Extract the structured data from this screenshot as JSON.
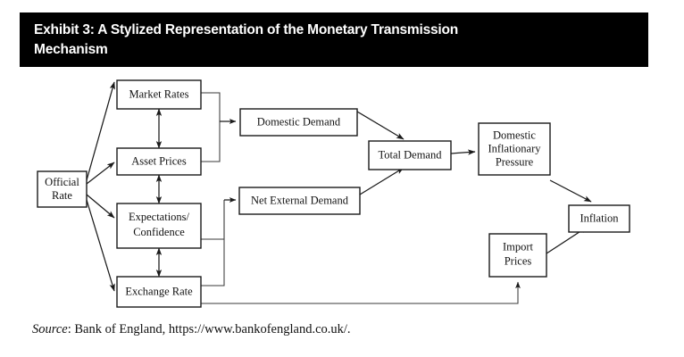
{
  "exhibit": {
    "title": "Exhibit 3: A Stylized Representation of the Monetary Transmission Mechanism",
    "title_line1": "Exhibit 3: A Stylized Representation of the Monetary Transmission",
    "title_line2": "Mechanism",
    "header_bg": "#000000",
    "header_text_color": "#ffffff"
  },
  "diagram": {
    "type": "flowchart",
    "orientation": "left-to-right",
    "nodes": [
      {
        "id": "official_rate",
        "label_line1": "Official",
        "label_line2": "Rate",
        "label": "Official Rate"
      },
      {
        "id": "market_rates",
        "label": "Market Rates"
      },
      {
        "id": "asset_prices",
        "label": "Asset Prices"
      },
      {
        "id": "expectations_confidence",
        "label_line1": "Expectations/",
        "label_line2": "Confidence",
        "label": "Expectations/Confidence"
      },
      {
        "id": "exchange_rate",
        "label": "Exchange Rate"
      },
      {
        "id": "domestic_demand",
        "label": "Domestic Demand"
      },
      {
        "id": "net_external_demand",
        "label": "Net External Demand"
      },
      {
        "id": "total_demand",
        "label": "Total Demand"
      },
      {
        "id": "domestic_inflationary_pressure",
        "label_line1": "Domestic",
        "label_line2": "Inflationary",
        "label_line3": "Pressure",
        "label": "Domestic Inflationary Pressure"
      },
      {
        "id": "import_prices",
        "label_line1": "Import",
        "label_line2": "Prices",
        "label": "Import Prices"
      },
      {
        "id": "inflation",
        "label": "Inflation"
      }
    ],
    "edges": [
      {
        "from": "official_rate",
        "to": "market_rates",
        "style": "arrow"
      },
      {
        "from": "official_rate",
        "to": "asset_prices",
        "style": "arrow"
      },
      {
        "from": "official_rate",
        "to": "expectations_confidence",
        "style": "arrow"
      },
      {
        "from": "official_rate",
        "to": "exchange_rate",
        "style": "arrow"
      },
      {
        "from": "market_rates",
        "to": "asset_prices",
        "style": "double-arrow"
      },
      {
        "from": "asset_prices",
        "to": "expectations_confidence",
        "style": "double-arrow"
      },
      {
        "from": "expectations_confidence",
        "to": "exchange_rate",
        "style": "double-arrow"
      },
      {
        "from": "market_rates",
        "to": "domestic_demand",
        "style": "arrow"
      },
      {
        "from": "asset_prices",
        "to": "domestic_demand",
        "style": "arrow"
      },
      {
        "from": "expectations_confidence",
        "to": "net_external_demand",
        "style": "arrow"
      },
      {
        "from": "exchange_rate",
        "to": "net_external_demand",
        "style": "arrow"
      },
      {
        "from": "domestic_demand",
        "to": "total_demand",
        "style": "arrow"
      },
      {
        "from": "net_external_demand",
        "to": "total_demand",
        "style": "arrow"
      },
      {
        "from": "total_demand",
        "to": "domestic_inflationary_pressure",
        "style": "arrow"
      },
      {
        "from": "domestic_inflationary_pressure",
        "to": "inflation",
        "style": "arrow"
      },
      {
        "from": "import_prices",
        "to": "inflation",
        "style": "arrow"
      },
      {
        "from": "exchange_rate",
        "to": "import_prices",
        "style": "arrow"
      }
    ],
    "colors": {
      "box_fill": "#ffffff",
      "box_stroke": "#1a1a1a",
      "connector": "#1a1a1a",
      "label": "#111111"
    }
  },
  "source": {
    "prefix": "Source",
    "text": ": Bank of England, https://www.bankofengland.co.uk/.",
    "full": "Source: Bank of England, https://www.bankofengland.co.uk/."
  }
}
